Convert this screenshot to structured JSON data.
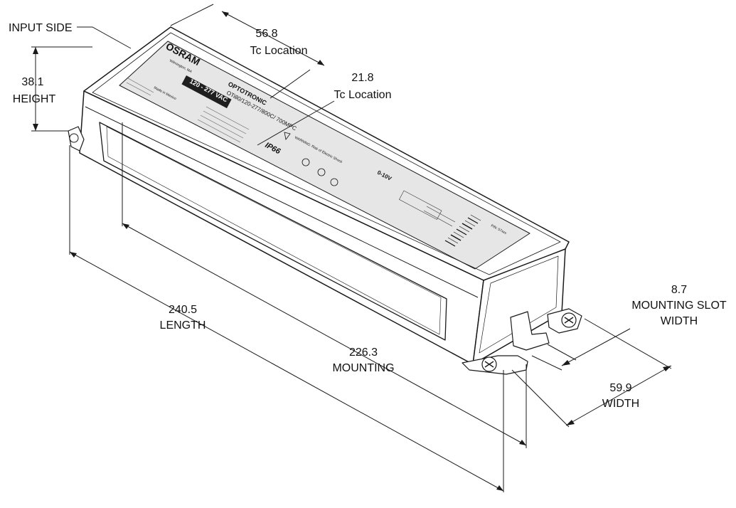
{
  "dimensions": {
    "input_side": "INPUT SIDE",
    "tc1_value": "56.8",
    "tc1_label": "Tc Location",
    "tc2_value": "21.8",
    "tc2_label": "Tc Location",
    "height_value": "38.1",
    "height_label": "HEIGHT",
    "length_value": "240.5",
    "length_label": "LENGTH",
    "mounting_value": "226.3",
    "mounting_label": "MOUNTING",
    "slot_value": "8.7",
    "slot_label_1": "MOUNTING SLOT",
    "slot_label_2": "WIDTH",
    "width_value": "59.9",
    "width_label": "WIDTH"
  },
  "label_panel": {
    "brand": "OSRAM",
    "brand_city": "Wilmington, MA",
    "voltage": "120 - 277 VAC",
    "product": "OPTOTRONIC",
    "model": "OTi80/120-277/800C/ 700MPC",
    "ip_rating": "IP66",
    "dimming": "0-10V",
    "made_in": "Made in Mexico",
    "part_no": "P/N: 57xxx",
    "warning": "WARNING: Risk of Electric Shock"
  },
  "colors": {
    "line": "#1a1a1a",
    "label_fill": "#e6e6e6",
    "dark_band": "#1f1f1f"
  }
}
